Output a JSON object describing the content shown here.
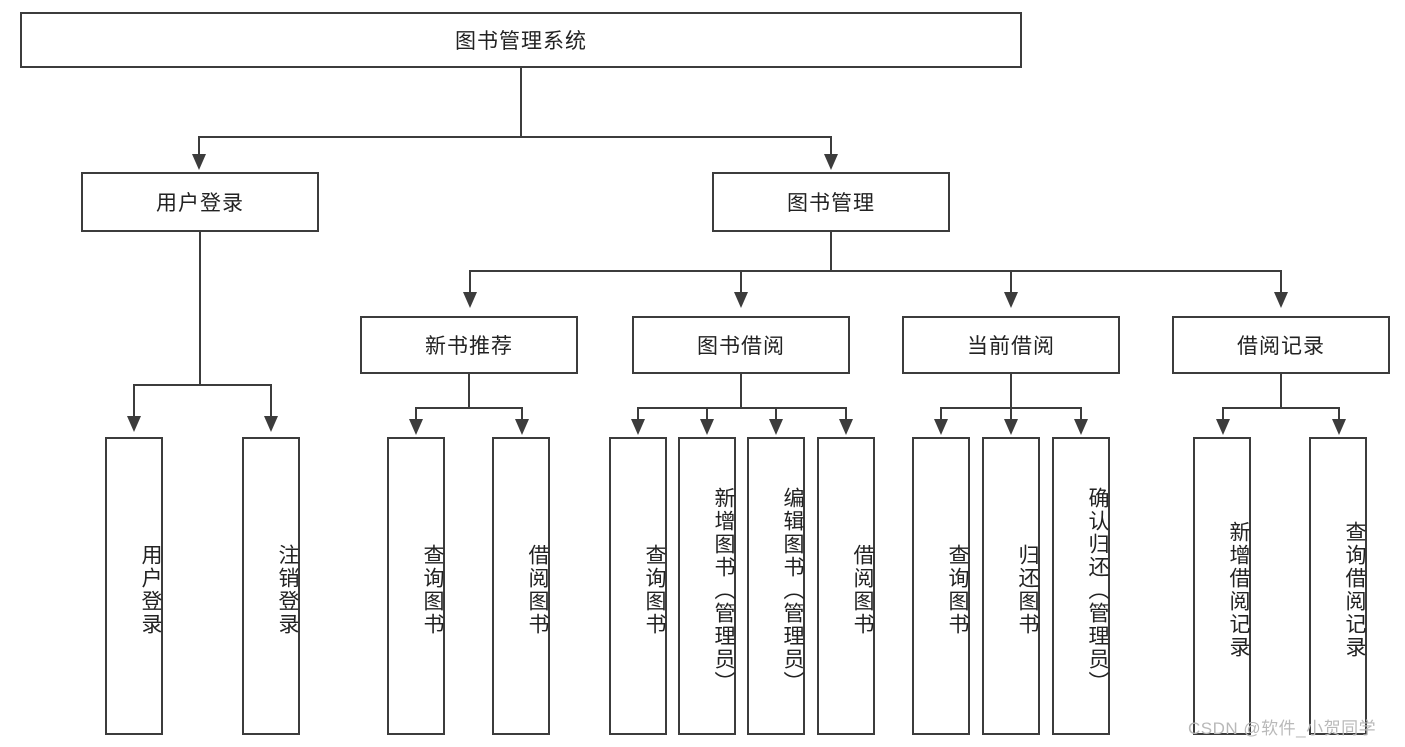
{
  "diagram": {
    "type": "tree-hierarchy-chart",
    "title": "图书管理系统",
    "root": {
      "id": "root",
      "label": "图书管理系统"
    },
    "level2": [
      {
        "id": "user-login",
        "label": "用户登录"
      },
      {
        "id": "book-manage",
        "label": "图书管理"
      }
    ],
    "level3": [
      {
        "id": "new-book-recommend",
        "label": "新书推荐",
        "parent": "book-manage"
      },
      {
        "id": "book-borrow",
        "label": "图书借阅",
        "parent": "book-manage"
      },
      {
        "id": "current-borrow",
        "label": "当前借阅",
        "parent": "book-manage"
      },
      {
        "id": "borrow-record",
        "label": "借阅记录",
        "parent": "book-manage"
      }
    ],
    "leaves": {
      "user-login": [
        {
          "id": "leaf-user-login",
          "label": "用户登录"
        },
        {
          "id": "leaf-user-logout",
          "label": "注销登录"
        }
      ],
      "new-book-recommend": [
        {
          "id": "leaf-query-book-1",
          "label": "查询图书"
        },
        {
          "id": "leaf-borrow-book-1",
          "label": "借阅图书"
        }
      ],
      "book-borrow": [
        {
          "id": "leaf-query-book-2",
          "label": "查询图书"
        },
        {
          "id": "leaf-add-book",
          "label": "新增图书（管理员）"
        },
        {
          "id": "leaf-edit-book",
          "label": "编辑图书（管理员）"
        },
        {
          "id": "leaf-borrow-book-2",
          "label": "借阅图书"
        }
      ],
      "current-borrow": [
        {
          "id": "leaf-query-book-3",
          "label": "查询图书"
        },
        {
          "id": "leaf-return-book",
          "label": "归还图书"
        },
        {
          "id": "leaf-confirm-return",
          "label": "确认归还（管理员）"
        }
      ],
      "borrow-record": [
        {
          "id": "leaf-add-record",
          "label": "新增借阅记录"
        },
        {
          "id": "leaf-query-record",
          "label": "查询借阅记录"
        }
      ]
    }
  },
  "watermark": {
    "text": "CSDN @软件_小贺同学"
  },
  "colors": {
    "stroke": "#3c3c3c",
    "fill": "#ffffff",
    "text": "#222222",
    "watermark": "#b9b9b9"
  }
}
